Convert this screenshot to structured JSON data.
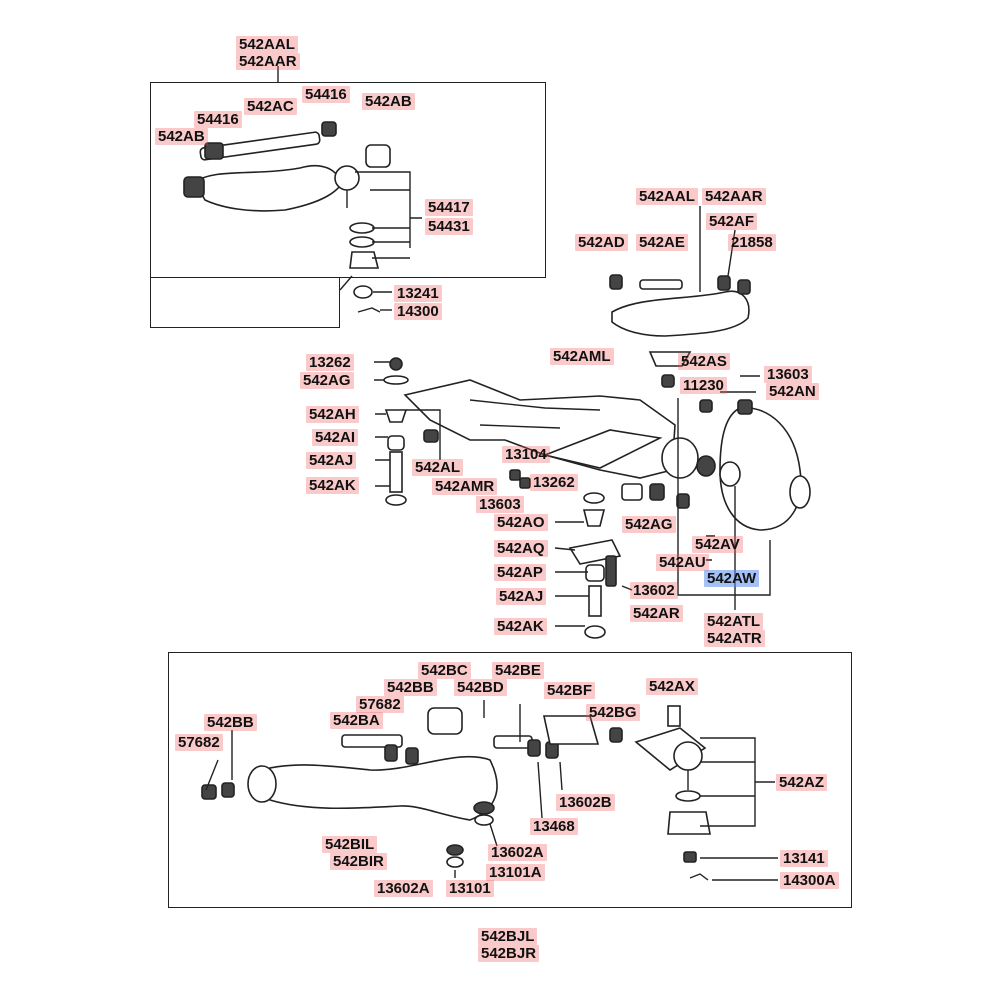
{
  "labels": {
    "l542AAL_top": "542AAL",
    "l542AAR_top": "542AAR",
    "l542AC": "542AC",
    "l54416_a": "54416",
    "l542AB_a": "542AB",
    "l54416_b": "54416",
    "l542AB_b": "542AB",
    "l54417": "54417",
    "l54431": "54431",
    "l13241": "13241",
    "l14300": "14300",
    "l542AAL_mid": "542AAL",
    "l542AAR_mid": "542AAR",
    "l542AF": "542AF",
    "l542AD": "542AD",
    "l542AE": "542AE",
    "l21858": "21858",
    "l542AML": "542AML",
    "l542AS": "542AS",
    "l13603_r": "13603",
    "l11230": "11230",
    "l542AN": "542AN",
    "l13262_a": "13262",
    "l542AG_a": "542AG",
    "l542AH": "542AH",
    "l542AI": "542AI",
    "l542AJ_a": "542AJ",
    "l542AK_a": "542AK",
    "l542AL": "542AL",
    "l542AMR": "542AMR",
    "l13104": "13104",
    "l13262_b": "13262",
    "l13603_b": "13603",
    "l542AO": "542AO",
    "l542AG_b": "542AG",
    "l542AQ": "542AQ",
    "l542AP": "542AP",
    "l542AJ_b": "542AJ",
    "l542AK_b": "542AK",
    "l13602": "13602",
    "l542AR": "542AR",
    "l542AV": "542AV",
    "l542AU": "542AU",
    "l542AW": "542AW",
    "l542ATL": "542ATL",
    "l542ATR": "542ATR",
    "l542BC": "542BC",
    "l542BE": "542BE",
    "l542BB_a": "542BB",
    "l542BD": "542BD",
    "l542BF": "542BF",
    "l542AX": "542AX",
    "l57682_a": "57682",
    "l542BA": "542BA",
    "l542BG": "542BG",
    "l542BB_b": "542BB",
    "l57682_b": "57682",
    "l542AZ": "542AZ",
    "l13602B": "13602B",
    "l13468": "13468",
    "l542BIL": "542BIL",
    "l542BIR": "542BIR",
    "l13602A_a": "13602A",
    "l13101A": "13101A",
    "l13141": "13141",
    "l14300A": "14300A",
    "l13602A_b": "13602A",
    "l13101": "13101",
    "l542BJL": "542BJL",
    "l542BJR": "542BJR"
  },
  "selected_label": "542AW",
  "colors": {
    "label_highlight": "#ee5a5a",
    "selected_highlight": "#5a8ceb"
  }
}
